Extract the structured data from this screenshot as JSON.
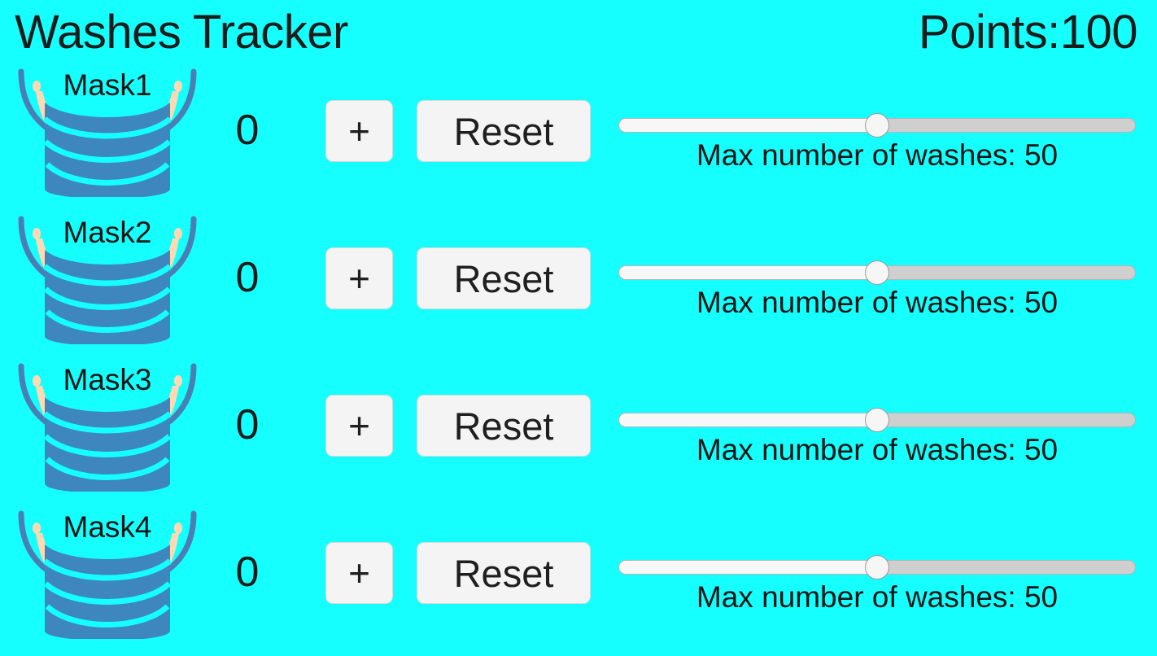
{
  "header": {
    "title": "Washes Tracker",
    "points_label": "Points:100"
  },
  "theme": {
    "background": "#15ffff",
    "text": "#1c1c1c",
    "mask_blue": "#3d87be",
    "mask_strap": "#4a7fb5",
    "mask_ear": "#ffd9b3",
    "button_bg": "#f4f4f4",
    "button_border": "#d8d8d8",
    "slider_fill": "#f7f7f7",
    "slider_track": "#cfcfcf"
  },
  "controls": {
    "increment_label": "+",
    "reset_label": "Reset"
  },
  "rows": [
    {
      "mask_label": "Mask1",
      "count": "0",
      "slider_value": 50,
      "slider_min": 0,
      "slider_max": 100,
      "slider_percent": 50,
      "slider_caption": "Max number of washes: 50"
    },
    {
      "mask_label": "Mask2",
      "count": "0",
      "slider_value": 50,
      "slider_min": 0,
      "slider_max": 100,
      "slider_percent": 50,
      "slider_caption": "Max number of washes: 50"
    },
    {
      "mask_label": "Mask3",
      "count": "0",
      "slider_value": 50,
      "slider_min": 0,
      "slider_max": 100,
      "slider_percent": 50,
      "slider_caption": "Max number of washes: 50"
    },
    {
      "mask_label": "Mask4",
      "count": "0",
      "slider_value": 50,
      "slider_min": 0,
      "slider_max": 100,
      "slider_percent": 50,
      "slider_caption": "Max number of washes: 50"
    }
  ]
}
